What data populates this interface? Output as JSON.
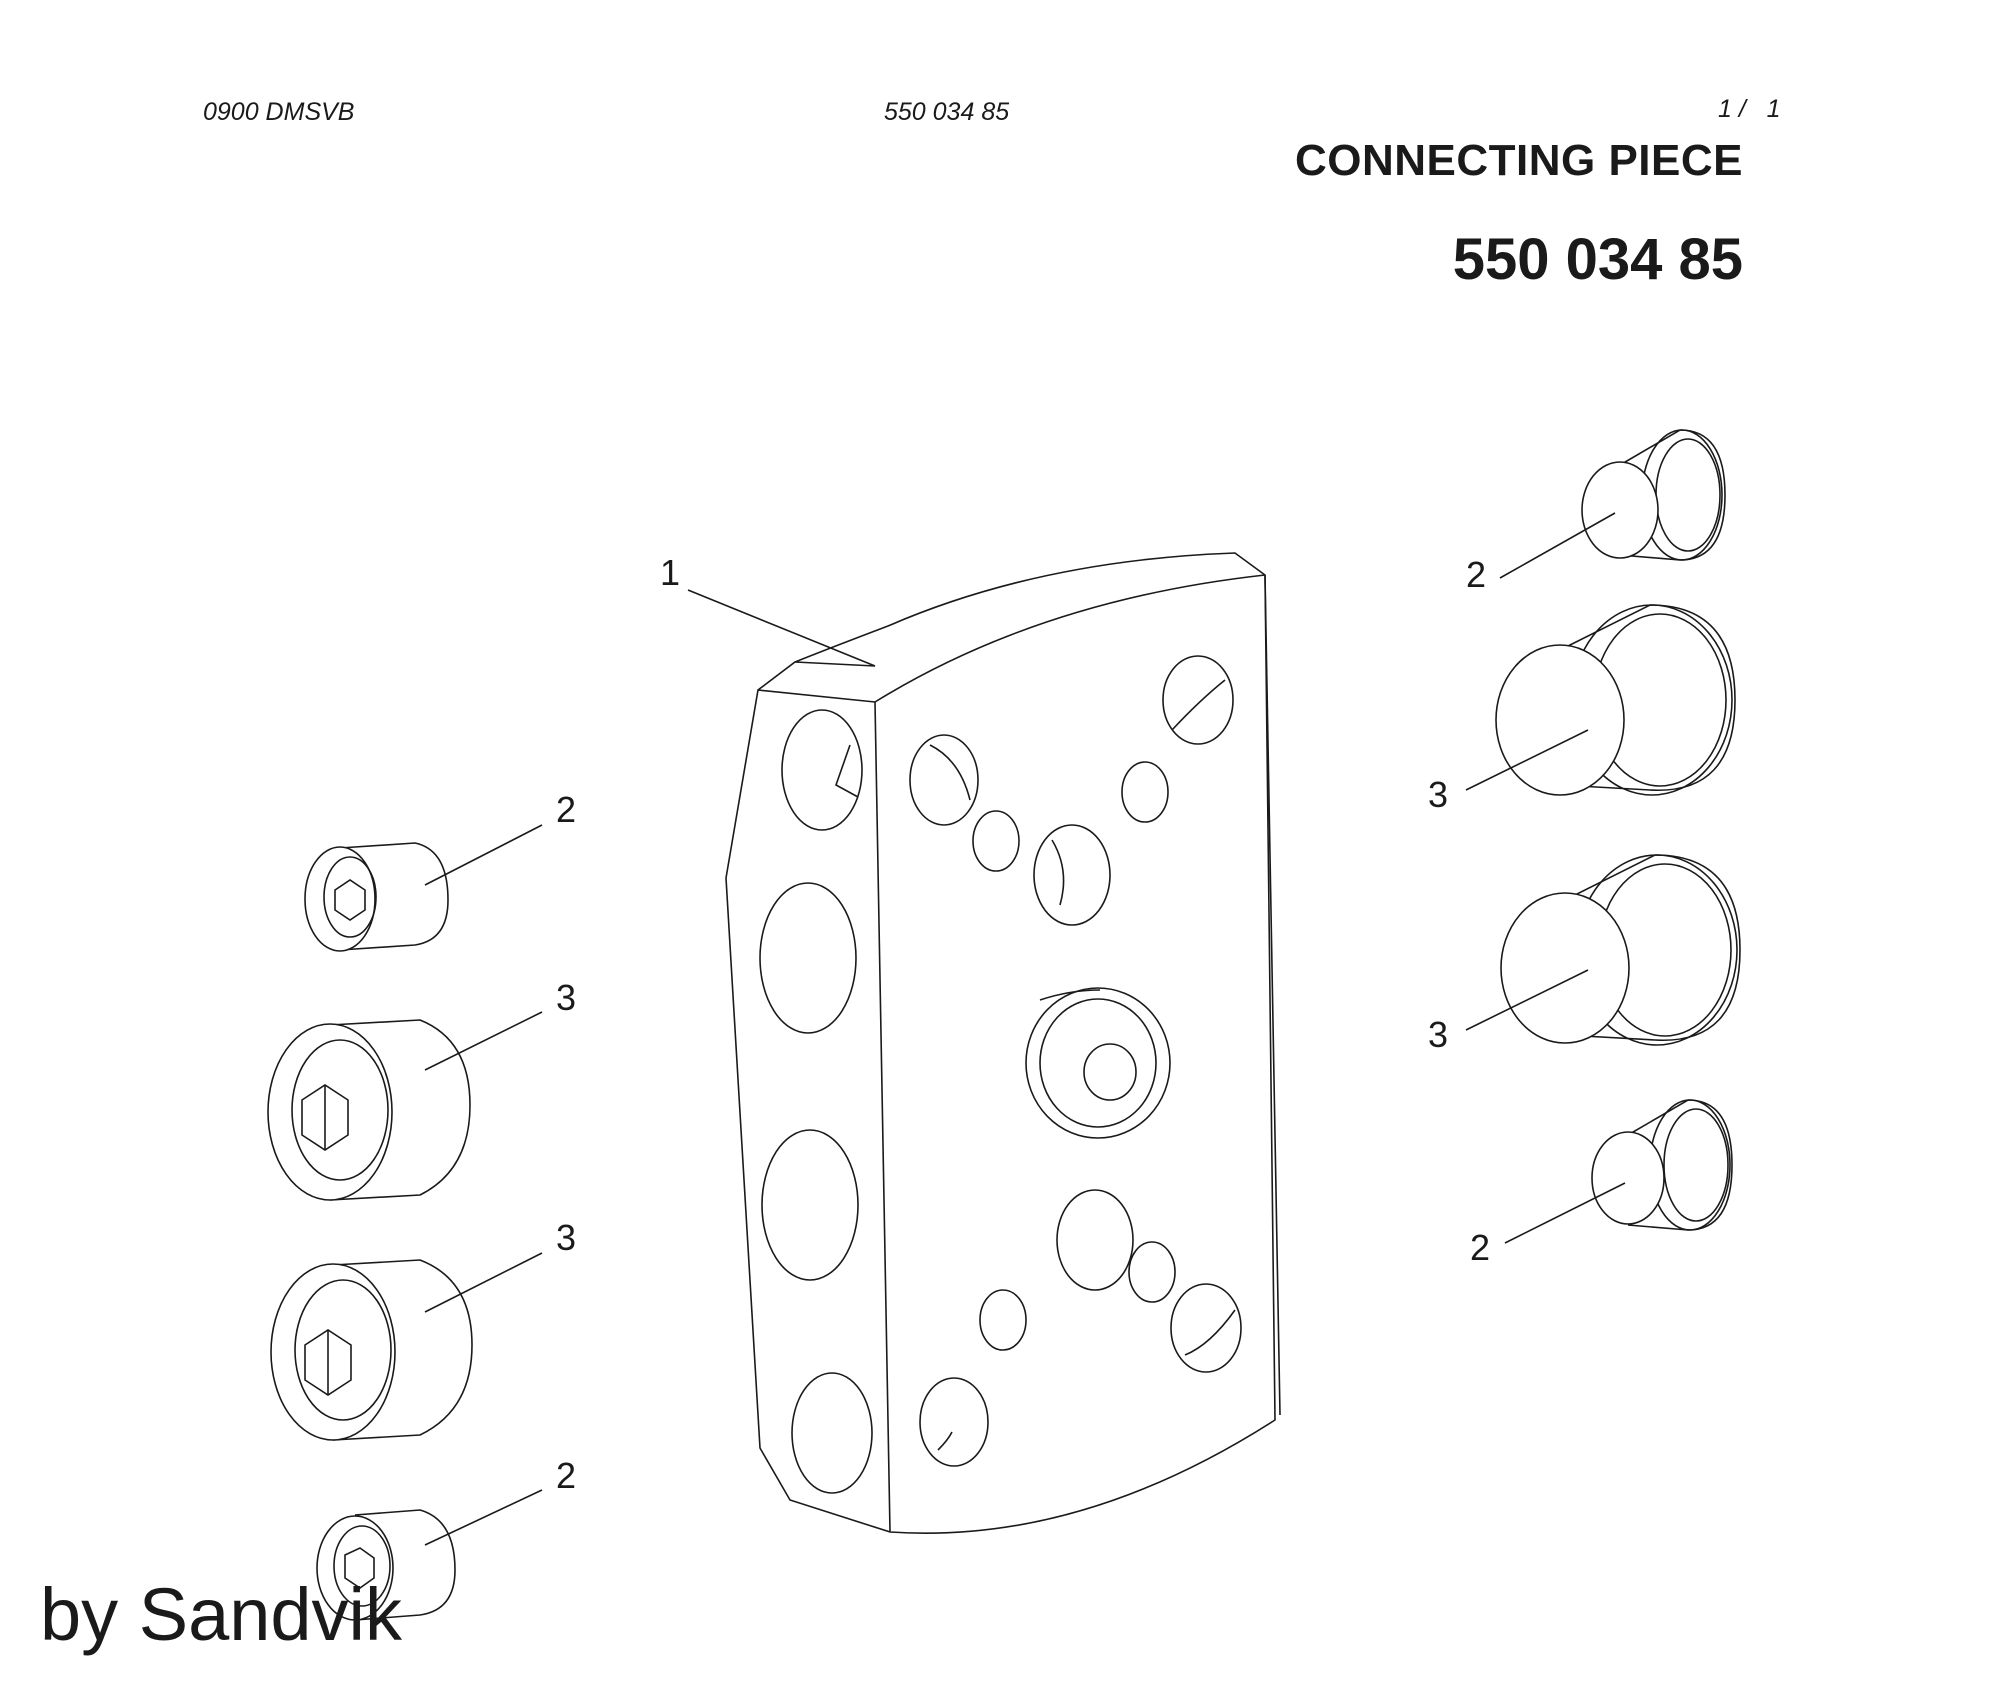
{
  "header": {
    "doc_code": "0900 DMSVB",
    "part_ref": "550 034 85",
    "page": "1 /   1"
  },
  "title": "CONNECTING PIECE",
  "part_number": "550 034 85",
  "credit": "by Sandvik",
  "callouts": {
    "body": "1",
    "left_top_small": "2",
    "left_large_1": "3",
    "left_large_2": "3",
    "left_bottom_small": "2",
    "right_top_small": "2",
    "right_large_1": "3",
    "right_large_2": "3",
    "right_bottom_small": "2"
  }
}
